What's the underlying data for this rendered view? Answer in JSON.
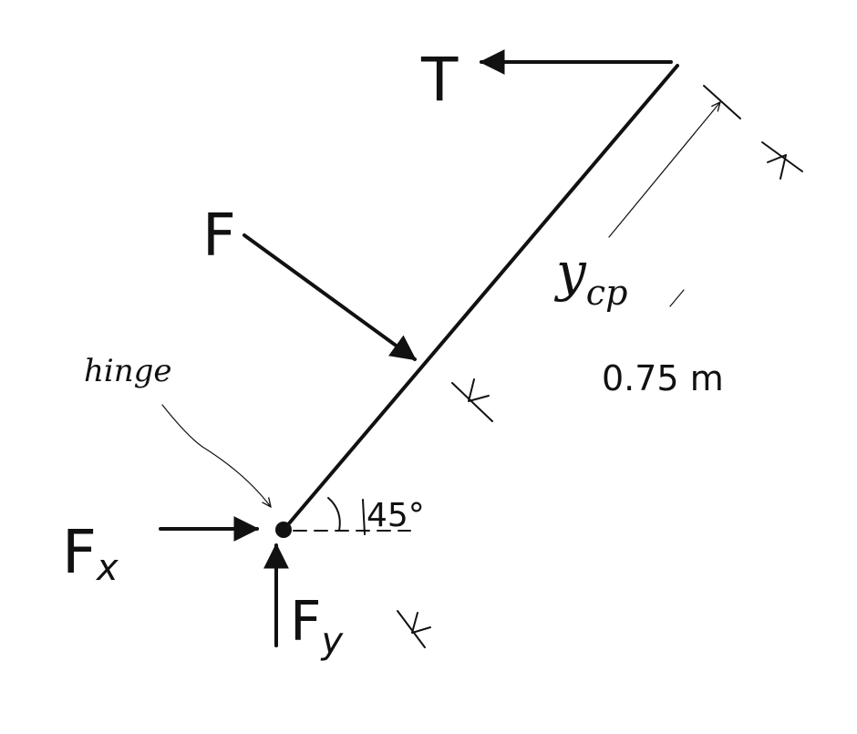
{
  "labels": {
    "tension": "T",
    "force": "F",
    "hinge": "hinge",
    "ycp_main": "y",
    "ycp_sub": "cp",
    "length": "0.75 m",
    "angle": "45°",
    "fx_main": "F",
    "fx_sub": "x",
    "fy_main": "F",
    "fy_sub": "y"
  },
  "colors": {
    "ink": "#111111",
    "background": "#ffffff"
  }
}
